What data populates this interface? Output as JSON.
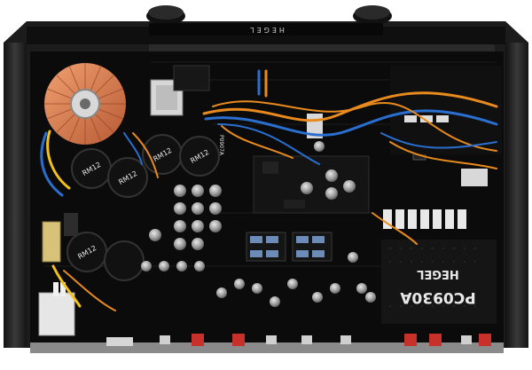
{
  "photo": {
    "subject": "Top-down view of an opened stereo amplifier chassis",
    "colors": {
      "chassis": "#1a1a1a",
      "pcb": "#0b0b0b",
      "toroid_winding": "#d9845a",
      "capacitor": "#111111",
      "wire_orange": "#e88a1e",
      "wire_blue": "#2a6fd0",
      "wire_yellow": "#f2c21a",
      "connector_red": "#c8302a"
    },
    "texts": {
      "front_panel_logo": "HEGEL",
      "board_brand": "HEGEL",
      "board_model": "PC0930A",
      "cap_label_1": "RM12",
      "cap_label_2": "RM12",
      "cap_label_3": "RM12",
      "cap_label_4": "RM12",
      "cap_label_5": "RM12",
      "board_silk_1": "P0907A"
    }
  }
}
